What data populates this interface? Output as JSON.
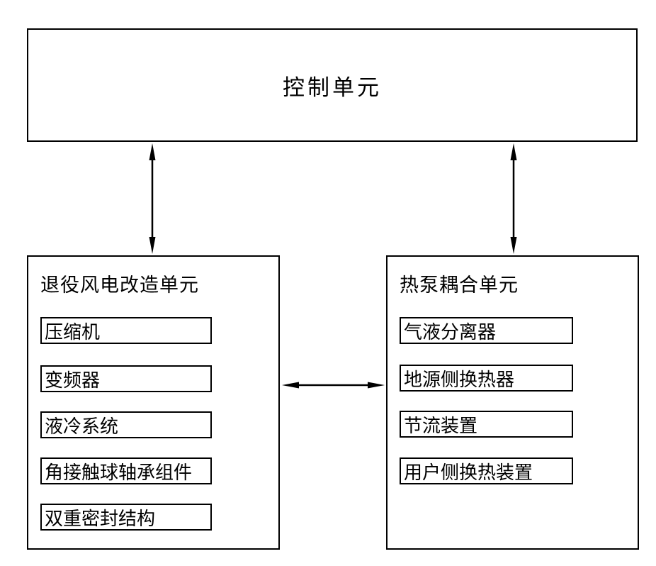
{
  "diagram": {
    "control_unit": {
      "label": "控制单元"
    },
    "left_unit": {
      "title": "退役风电改造单元",
      "items": [
        {
          "label": "压缩机"
        },
        {
          "label": "变频器"
        },
        {
          "label": "液冷系统"
        },
        {
          "label": "角接触球轴承组件"
        },
        {
          "label": "双重密封结构"
        }
      ]
    },
    "right_unit": {
      "title": "热泵耦合单元",
      "items": [
        {
          "label": "气液分离器"
        },
        {
          "label": "地源侧换热器"
        },
        {
          "label": "节流装置"
        },
        {
          "label": "用户侧换热装置"
        }
      ]
    }
  }
}
